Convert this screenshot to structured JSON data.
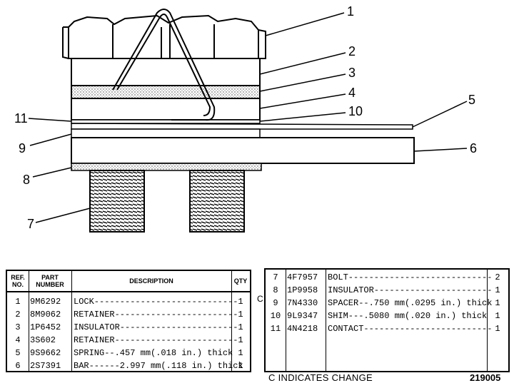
{
  "callouts": {
    "c1": "1",
    "c2": "2",
    "c3": "3",
    "c4": "4",
    "c5": "5",
    "c6": "6",
    "c7": "7",
    "c8": "8",
    "c9": "9",
    "c10": "10",
    "c11": "11"
  },
  "left_table": {
    "headers": {
      "ref": "REF. NO.",
      "part": "PART NUMBER",
      "desc": "DESCRIPTION",
      "qty": "QTY"
    },
    "rows": [
      {
        "ref": "1",
        "part": "9M6292",
        "desc": "LOCK----------------------------",
        "qty": "1"
      },
      {
        "ref": "2",
        "part": "8M9062",
        "desc": "RETAINER------------------------",
        "qty": "1"
      },
      {
        "ref": "3",
        "part": "1P6452",
        "desc": "INSULATOR-----------------------",
        "qty": "1"
      },
      {
        "ref": "4",
        "part": "3S602",
        "desc": "RETAINER------------------------",
        "qty": "1"
      },
      {
        "ref": "5",
        "part": "9S9662",
        "desc": "SPRING--.457 mm(.018 in.) thick",
        "qty": "1"
      },
      {
        "ref": "6",
        "part": "2S7391",
        "desc": "BAR------2.997 mm(.118 in.) thick",
        "qty": "1"
      }
    ]
  },
  "right_table": {
    "rows": [
      {
        "ref": "7",
        "part": "4F7957",
        "desc": "BOLT----------------------------",
        "qty": "2",
        "change": ""
      },
      {
        "ref": "8",
        "part": "1P9958",
        "desc": "INSULATOR-----------------------",
        "qty": "1",
        "change": ""
      },
      {
        "ref": "9",
        "part": "7N4330",
        "desc": "SPACER--.750 mm(.0295 in.) thick",
        "qty": "1",
        "change": "C"
      },
      {
        "ref": "10",
        "part": "9L9347",
        "desc": "SHIM---.5080 mm(.020 in.) thick",
        "qty": "1",
        "change": ""
      },
      {
        "ref": "11",
        "part": "4N4218",
        "desc": "CONTACT-------------------------",
        "qty": "1",
        "change": ""
      }
    ]
  },
  "footer": {
    "note": "C INDICATES CHANGE",
    "number": "219005"
  }
}
